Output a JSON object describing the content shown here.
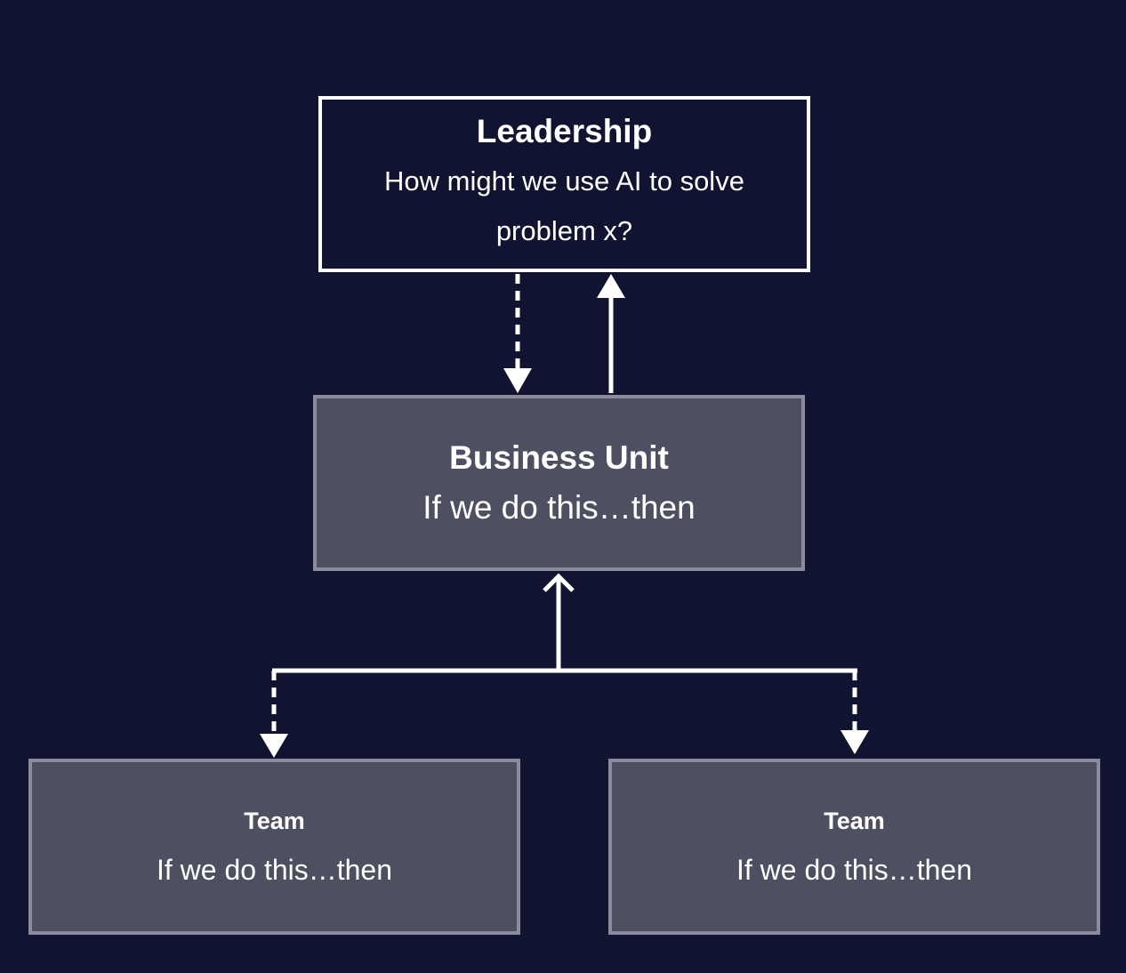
{
  "nodes": {
    "leadership": {
      "title": "Leadership",
      "subtitle": "How might we use AI to solve problem x?"
    },
    "business_unit": {
      "title": "Business Unit",
      "subtitle": "If we do this…then"
    },
    "team_left": {
      "title": "Team",
      "subtitle": "If we do this…then"
    },
    "team_right": {
      "title": "Team",
      "subtitle": "If we do this…then"
    }
  },
  "colors": {
    "background": "#101430",
    "box_fill": "#4e5061",
    "box_border": "#8a8b9c",
    "line": "#ffffff"
  }
}
